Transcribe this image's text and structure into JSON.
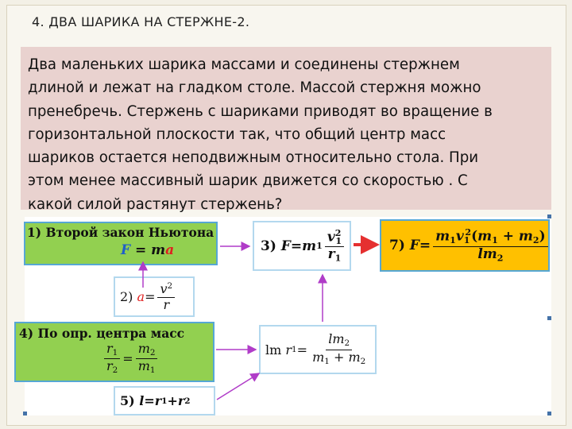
{
  "title": "4. ДВА ШАРИКА НА СТЕРЖНЕ-2.",
  "problem_lines": [
    "Два маленьких шарика массами   и   соединены стержнем",
    "длиной   и лежат на гладком столе. Массой стержня можно",
    "пренебречь. Стержень с шариками приводят во вращение в",
    "горизонтальной плоскости так, что общий центр масс",
    "шариков остается неподвижным относительно стола. При",
    "этом менее массивный шарик движется со скоростью  . С",
    "какой силой   растянут стержень?"
  ],
  "steps": {
    "s1": {
      "label": "1) Второй закон Ньютона",
      "lhs": "F",
      "eqsign": " = ",
      "m": "m",
      "a": "a"
    },
    "s2": {
      "num": "2)",
      "lhs": "a",
      "eqsign": " = ",
      "frac_num": "v",
      "sup": "2",
      "frac_den": "r"
    },
    "s3": {
      "num": "3)",
      "lhs": "F",
      "eqsign": " = ",
      "m": "m",
      "sub1": "1",
      "frac_num": "v",
      "sup": "2",
      "sub_v": "1",
      "frac_den": "r",
      "sub_r": "1"
    },
    "s4": {
      "label": "4) По опр. центра масс",
      "num_r": "r",
      "sub_r1": "1",
      "den_r": "r",
      "sub_r2": "2",
      "eqsign": " = ",
      "num_m": "m",
      "sub_m2": "2",
      "den_m": "m",
      "sub_m1": "1"
    },
    "s5": {
      "num": "5)",
      "l": "l",
      "eqsign": " = ",
      "r1": "r",
      "s1": "1",
      "plus": " + ",
      "r2": "r",
      "s2": "2"
    },
    "s6": {
      "num": "lm",
      "r": "r",
      "s": "1",
      "eqsign": " = ",
      "num_sub": "2",
      "den_a": "m",
      "den_s1": "1",
      "plus": " + ",
      "den_b": "m",
      "den_s2": "2"
    },
    "s7": {
      "num": "7)",
      "lhs": "F",
      "eqsign": " = ",
      "n_m": "m",
      "n_s1": "1",
      "n_v": "v",
      "n_vs": "1",
      "n_sup": "2",
      "n_open": "(",
      "n_a": "m",
      "n_as": "1",
      "n_plus": " + ",
      "n_b": "m",
      "n_bs": "2",
      "n_close": ")",
      "d": "lm",
      "d_s": "2"
    }
  },
  "colors": {
    "green": "#92d050",
    "yellow": "#ffc000",
    "blue_border": "#56a7d4",
    "arrow_violet": "#b03cc8",
    "arrow_red": "#e53030",
    "problem_bg": "#e9d2cf"
  }
}
